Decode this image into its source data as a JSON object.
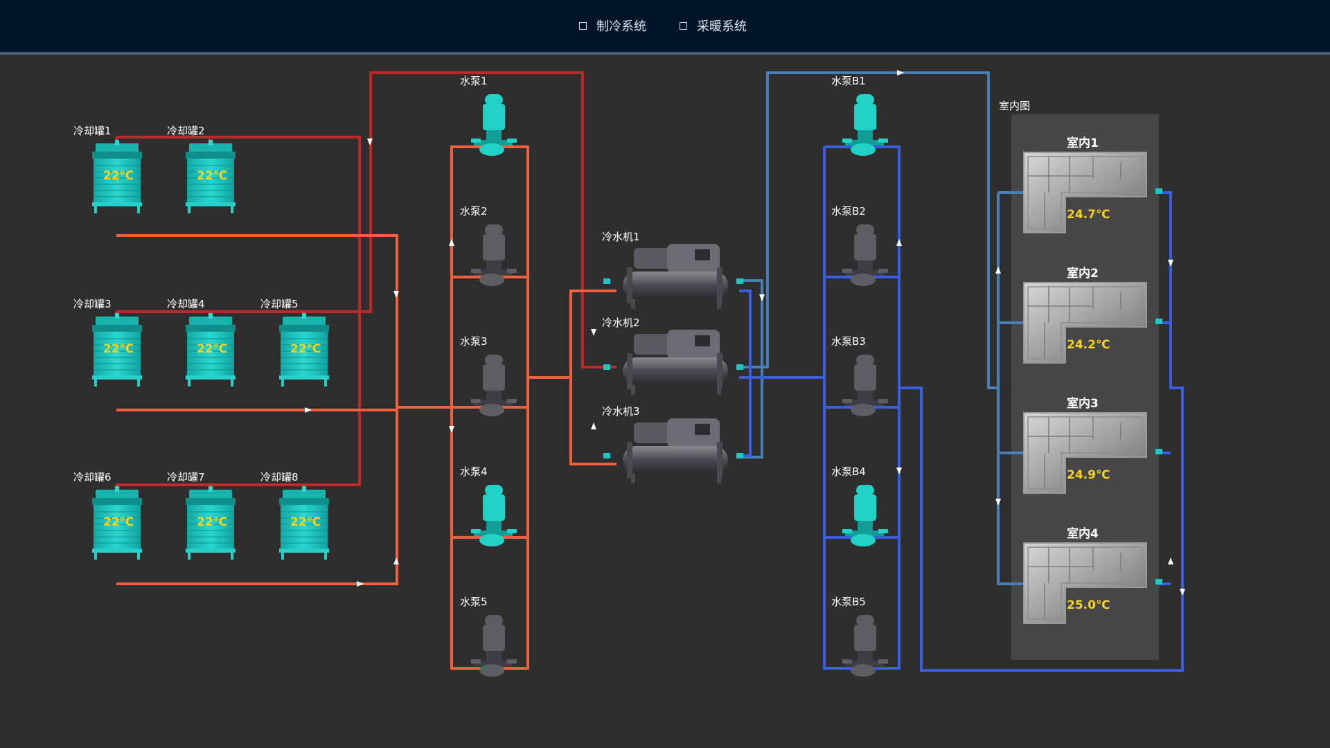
{
  "tabs": [
    "制冷系统",
    "采暖系统"
  ],
  "cooling_towers": [
    {
      "label": "冷却罐1",
      "temp": "22℃"
    },
    {
      "label": "冷却罐2",
      "temp": "22℃"
    },
    {
      "label": "冷却罐3",
      "temp": "22℃"
    },
    {
      "label": "冷却罐4",
      "temp": "22℃"
    },
    {
      "label": "冷却罐5",
      "temp": "22℃"
    },
    {
      "label": "冷却罐6",
      "temp": "22℃"
    },
    {
      "label": "冷却罐7",
      "temp": "22℃"
    },
    {
      "label": "冷却罐8",
      "temp": "22℃"
    }
  ],
  "pumps_a": [
    {
      "label": "水泵1",
      "running": true
    },
    {
      "label": "水泵2",
      "running": false
    },
    {
      "label": "水泵3",
      "running": false
    },
    {
      "label": "水泵4",
      "running": true
    },
    {
      "label": "水泵5",
      "running": false
    }
  ],
  "chillers": [
    {
      "label": "冷水机1"
    },
    {
      "label": "冷水机2"
    },
    {
      "label": "冷水机3"
    }
  ],
  "pumps_b": [
    {
      "label": "水泵B1",
      "running": true
    },
    {
      "label": "水泵B2",
      "running": false
    },
    {
      "label": "水泵B3",
      "running": false
    },
    {
      "label": "水泵B4",
      "running": true
    },
    {
      "label": "水泵B5",
      "running": false
    }
  ],
  "indoor": {
    "title": "室内图",
    "rooms": [
      {
        "label": "室内1",
        "temp": "24.7℃"
      },
      {
        "label": "室内2",
        "temp": "24.2℃"
      },
      {
        "label": "室内3",
        "temp": "24.9℃"
      },
      {
        "label": "室内4",
        "temp": "25.0℃"
      }
    ]
  },
  "colors": {
    "cooling_water_supply": "#c0282a",
    "cooling_water_return": "#f0603c",
    "chilled_water_supply": "#4a7fb5",
    "chilled_water_return": "#3a5ee0",
    "equipment_active": "#1ec8c0",
    "temperature_text": "#f4d41c"
  }
}
